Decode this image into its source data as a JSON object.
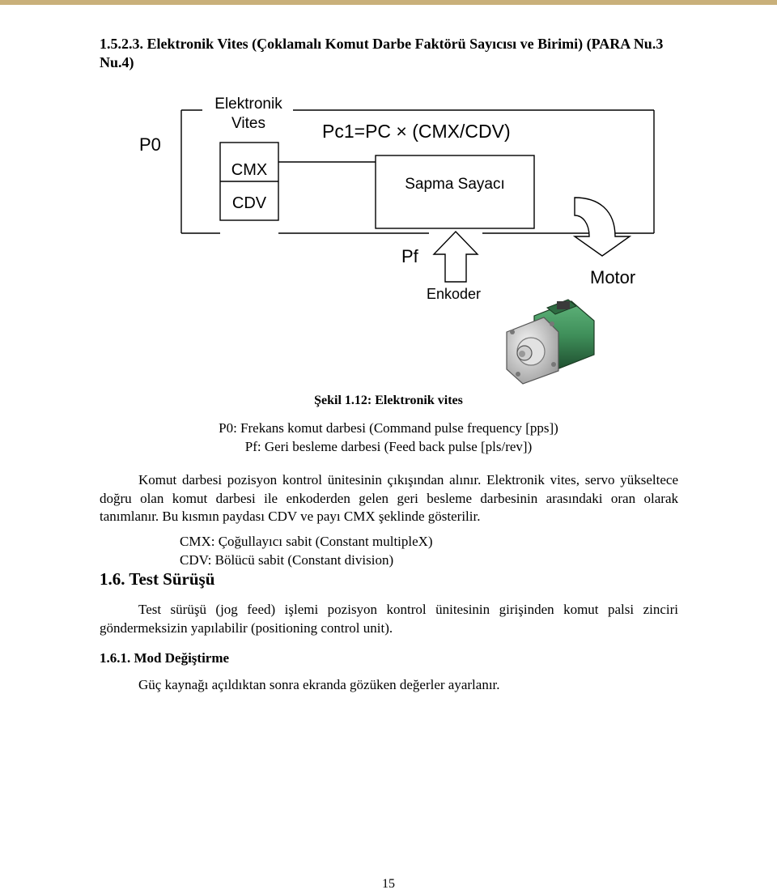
{
  "section_heading": "1.5.2.3. Elektronik Vites (Çoklamalı Komut Darbe Faktörü Sayıcısı ve Birimi) (PARA Nu.3 Nu.4)",
  "diagram": {
    "label_elektronik": "Elektronik",
    "label_vites": "Vites",
    "label_p0": "P0",
    "label_formula": "Pc1=PC × (CMX/CDV)",
    "label_cmx": "CMX",
    "label_cdv": "CDV",
    "label_sapma": "Sapma Sayacı",
    "label_pf": "Pf",
    "label_enkoder": "Enkoder",
    "label_motor": "Motor",
    "colors": {
      "motor_body": "#3f8f5a",
      "motor_dark": "#1f4f2f",
      "flange": "#c8c8c8"
    }
  },
  "figure_caption": "Şekil 1.12: Elektronik vites",
  "def_p0": "P0: Frekans komut darbesi (Command pulse frequency [pps])",
  "def_pf": "Pf: Geri besleme darbesi (Feed back pulse [pls/rev])",
  "paragraph1_first": "Komut darbesi pozisyon kontrol ünitesinin çıkışından alınır. Elektronik vites, servo yükseltece doğru olan komut darbesi ile enkoderden gelen geri besleme darbesinin arasındaki oran olarak tanımlanır. Bu kısmın paydası CDV ve payı CMX şeklinde gösterilir.",
  "def_cmx": "CMX: Çoğullayıcı sabit (Constant multipleX)",
  "def_cdv": "CDV: Bölücü sabit (Constant division)",
  "heading_1_6": "1.6. Test Sürüşü",
  "paragraph2": "Test sürüşü (jog feed) işlemi pozisyon kontrol ünitesinin girişinden komut palsi zinciri göndermeksizin yapılabilir (positioning control unit).",
  "heading_1_6_1": "1.6.1. Mod Değiştirme",
  "paragraph3": "Güç kaynağı açıldıktan sonra ekranda gözüken değerler ayarlanır.",
  "page_number": "15"
}
